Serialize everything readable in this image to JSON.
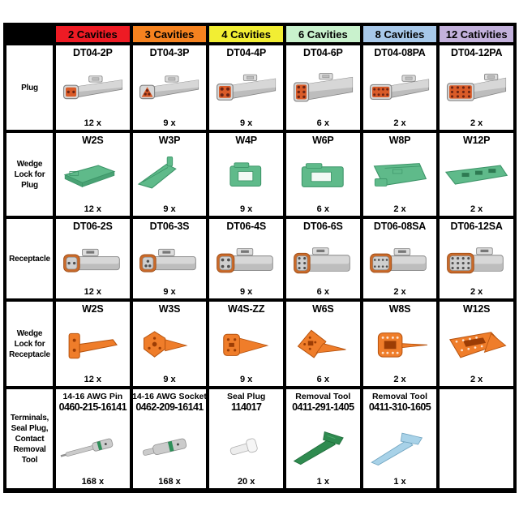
{
  "page": {
    "background": "#ffffff"
  },
  "table": {
    "columns": [
      {
        "label": "2 Cavities",
        "color": "#ee1b24"
      },
      {
        "label": "3 Cavities",
        "color": "#f5821f"
      },
      {
        "label": "4 Cavities",
        "color": "#f2ee33"
      },
      {
        "label": "6 Cavities",
        "color": "#c9f2cd"
      },
      {
        "label": "8 Cavities",
        "color": "#a7c8e9"
      },
      {
        "label": "12 Cativities",
        "color": "#c3b1dc"
      }
    ],
    "rows": [
      {
        "label": "Plug",
        "cells": [
          {
            "part": "DT04-2P",
            "qty": "12 x",
            "art": "plug:2"
          },
          {
            "part": "DT04-3P",
            "qty": "9 x",
            "art": "plug:3"
          },
          {
            "part": "DT04-4P",
            "qty": "9 x",
            "art": "plug:4"
          },
          {
            "part": "DT04-6P",
            "qty": "6 x",
            "art": "plug:6"
          },
          {
            "part": "DT04-08PA",
            "qty": "2 x",
            "art": "plug:8"
          },
          {
            "part": "DT04-12PA",
            "qty": "2 x",
            "art": "plug:12"
          }
        ]
      },
      {
        "label": "Wedge Lock for Plug",
        "cells": [
          {
            "part": "W2S",
            "qty": "12 x",
            "art": "wedgep:2"
          },
          {
            "part": "W3P",
            "qty": "9 x",
            "art": "wedgep:3"
          },
          {
            "part": "W4P",
            "qty": "9 x",
            "art": "wedgep:4"
          },
          {
            "part": "W6P",
            "qty": "6 x",
            "art": "wedgep:6"
          },
          {
            "part": "W8P",
            "qty": "2 x",
            "art": "wedgep:8"
          },
          {
            "part": "W12P",
            "qty": "2 x",
            "art": "wedgep:12"
          }
        ]
      },
      {
        "label": "Receptacle",
        "cells": [
          {
            "part": "DT06-2S",
            "qty": "12 x",
            "art": "recept:2"
          },
          {
            "part": "DT06-3S",
            "qty": "9 x",
            "art": "recept:3"
          },
          {
            "part": "DT06-4S",
            "qty": "9 x",
            "art": "recept:4"
          },
          {
            "part": "DT06-6S",
            "qty": "6 x",
            "art": "recept:6"
          },
          {
            "part": "DT06-08SA",
            "qty": "2 x",
            "art": "recept:8"
          },
          {
            "part": "DT06-12SA",
            "qty": "2 x",
            "art": "recept:12"
          }
        ]
      },
      {
        "label": "Wedge Lock for Receptacle",
        "cells": [
          {
            "part": "W2S",
            "qty": "12 x",
            "art": "wedges:2"
          },
          {
            "part": "W3S",
            "qty": "9 x",
            "art": "wedges:3"
          },
          {
            "part": "W4S-ZZ",
            "qty": "9 x",
            "art": "wedges:4"
          },
          {
            "part": "W6S",
            "qty": "6 x",
            "art": "wedges:6"
          },
          {
            "part": "W8S",
            "qty": "2 x",
            "art": "wedges:8"
          },
          {
            "part": "W12S",
            "qty": "2 x",
            "art": "wedges:12"
          }
        ]
      },
      {
        "label": "Terminals, Seal Plug, Contact Removal Tool",
        "cells": [
          {
            "part_top": "14-16 AWG Pin",
            "part": "0460-215-16141",
            "qty": "168 x",
            "art": "pin"
          },
          {
            "part_top": "14-16 AWG Socket",
            "part": "0462-209-16141",
            "qty": "168 x",
            "art": "socket"
          },
          {
            "part_top": "Seal Plug",
            "part": "114017",
            "qty": "20 x",
            "art": "sealplug"
          },
          {
            "part_top": "Removal Tool",
            "part": "0411-291-1405",
            "qty": "1 x",
            "art": "toolgreen"
          },
          {
            "part_top": "Removal Tool",
            "part": "0411-310-1605",
            "qty": "1 x",
            "art": "toolblue"
          }
        ]
      }
    ]
  },
  "chart_data": {
    "type": "table",
    "title": "Deutsch DT connector kit contents",
    "columns": [
      "2 Cavities",
      "3 Cavities",
      "4 Cavities",
      "6 Cavities",
      "8 Cavities",
      "12 Cativities"
    ],
    "rows": [
      {
        "category": "Plug",
        "parts": [
          "DT04-2P",
          "DT04-3P",
          "DT04-4P",
          "DT04-6P",
          "DT04-08PA",
          "DT04-12PA"
        ],
        "quantities": [
          12,
          9,
          9,
          6,
          2,
          2
        ]
      },
      {
        "category": "Wedge Lock for Plug",
        "parts": [
          "W2S",
          "W3P",
          "W4P",
          "W6P",
          "W8P",
          "W12P"
        ],
        "quantities": [
          12,
          9,
          9,
          6,
          2,
          2
        ]
      },
      {
        "category": "Receptacle",
        "parts": [
          "DT06-2S",
          "DT06-3S",
          "DT06-4S",
          "DT06-6S",
          "DT06-08SA",
          "DT06-12SA"
        ],
        "quantities": [
          12,
          9,
          9,
          6,
          2,
          2
        ]
      },
      {
        "category": "Wedge Lock for Receptacle",
        "parts": [
          "W2S",
          "W3S",
          "W4S-ZZ",
          "W6S",
          "W8S",
          "W12S"
        ],
        "quantities": [
          12,
          9,
          9,
          6,
          2,
          2
        ]
      },
      {
        "category": "Terminals, Seal Plug, Contact Removal Tool",
        "parts": [
          "14-16 AWG Pin 0460-215-16141",
          "14-16 AWG Socket 0462-209-16141",
          "Seal Plug 114017",
          "Removal Tool 0411-291-1405",
          "Removal Tool 0411-310-1605",
          ""
        ],
        "quantities": [
          168,
          168,
          20,
          1,
          1,
          null
        ]
      }
    ]
  },
  "art_colors": {
    "body_gray": "#bdbdbd",
    "body_gray_light": "#dcdcdc",
    "outline": "#858585",
    "face_gray": "#d7d7d7",
    "plug_face_orange": "#d95b28",
    "plug_hole": "#6b2414",
    "seal_orange": "#c96a2a",
    "seal_orange_dark": "#9a4a14",
    "slot_dark": "#4f4f4f",
    "wedge_green": "#5fba8a",
    "wedge_green_dark": "#3c9468",
    "wedge_green_shade": "#49a274",
    "hole_green": "#2e7a52",
    "wedge_orange": "#ef7d2a",
    "wedge_orange_dark": "#b5520e",
    "hole_orange": "#9c3d05",
    "hole_light": "#fbe2cf",
    "metal": "#cbcbcb",
    "metal_dark": "#909090",
    "band_green": "#2f8f5a",
    "tool_green": "#2f8b50",
    "tool_green_dark": "#1f6b3a",
    "tool_blue": "#a8d2e8",
    "tool_blue_dark": "#6fa3bf",
    "white_part": "#ededed",
    "white_part_edge": "#b0b0b0"
  }
}
